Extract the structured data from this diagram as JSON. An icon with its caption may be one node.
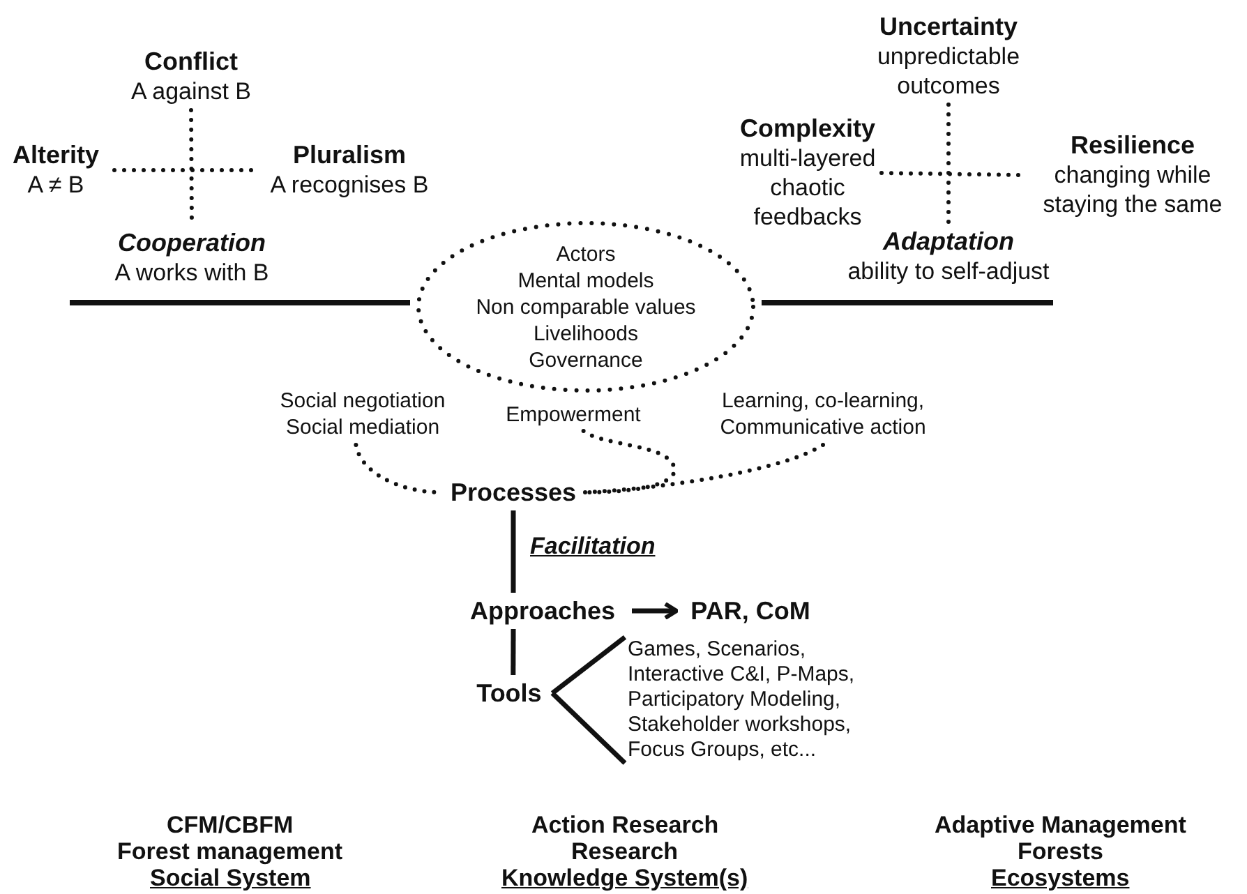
{
  "diagram": {
    "nodes": [
      {
        "text": [
          "Conflict",
          "A against B"
        ]
      },
      {
        "text": [
          "Alterity",
          "A ≠ B"
        ]
      },
      {
        "text": [
          "Pluralism",
          "A recognises B"
        ]
      },
      {
        "text": [
          "Cooperation",
          "A works with B"
        ]
      },
      {
        "text": [
          "Uncertainty",
          "unpredictable outcomes"
        ]
      },
      {
        "text": [
          "Complexity",
          "multi-layered chaotic feedbacks"
        ]
      },
      {
        "text": [
          "Resilience",
          "changing while staying the same"
        ]
      },
      {
        "text": [
          "Adaptation",
          "ability to self-adjust"
        ]
      },
      {
        "text": [
          "Actors",
          "Mental models",
          "Non comparable values",
          "Livelihoods",
          "Governance"
        ]
      },
      {
        "text": [
          "Social negotiation",
          "Social mediation"
        ]
      },
      {
        "text": [
          "Empowerment"
        ]
      },
      {
        "text": [
          "Learning, co-learning, Communicative action"
        ]
      },
      {
        "text": [
          "Processes"
        ]
      },
      {
        "text": [
          "Approaches"
        ]
      },
      {
        "text": [
          "PAR, CoM"
        ]
      },
      {
        "text": [
          "Tools"
        ]
      },
      {
        "text": [
          "Games, Scenarios, Interactive C&I, P-Maps, Participatory Modeling, Stakeholder workshops, Focus Groups, etc..."
        ]
      }
    ],
    "edges": [
      {
        "from": 0,
        "to": 3,
        "arrow": "none",
        "style": "dashed"
      },
      {
        "from": 1,
        "to": 2,
        "arrow": "none",
        "style": "dashed"
      },
      {
        "from": 5,
        "to": 6,
        "arrow": "none",
        "style": "dashed"
      },
      {
        "from": 4,
        "to": 7,
        "arrow": "none",
        "style": "dashed"
      },
      {
        "from": 9,
        "to": 12,
        "arrow": "none",
        "style": "dashed"
      },
      {
        "from": 10,
        "to": 12,
        "arrow": "none",
        "style": "dashed"
      },
      {
        "from": 11,
        "to": 12,
        "arrow": "none",
        "style": "dashed"
      },
      {
        "from": 12,
        "to": 13,
        "arrow": "none"
      },
      {
        "from": 13,
        "to": 14,
        "arrow": "to"
      },
      {
        "from": 13,
        "to": 15,
        "arrow": "none"
      },
      {
        "from": 15,
        "to": 16,
        "arrow": "none"
      },
      {
        "from": 15,
        "to": 16,
        "arrow": "none"
      }
    ],
    "labels": [
      "Facilitation",
      "CFM/CBFM",
      "Forest management",
      "Social System",
      "Action Research",
      "Research",
      "Knowledge System(s)",
      "Adaptive Management",
      "Forests",
      "Ecosystems"
    ]
  }
}
